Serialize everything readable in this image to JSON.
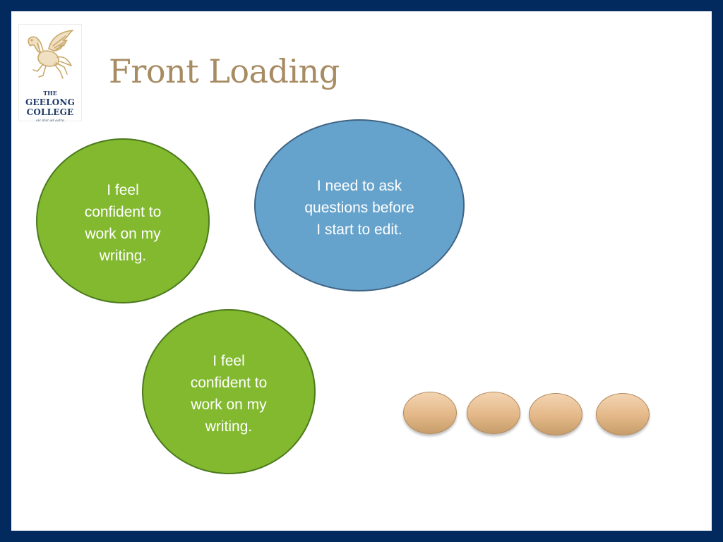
{
  "logo": {
    "the": "THE",
    "name_line1": "GEELONG",
    "name_line2": "COLLEGE",
    "motto": "sic itur ad astra",
    "icon": "pegasus-crest-icon"
  },
  "slide": {
    "title": "Front Loading"
  },
  "bubbles": [
    {
      "lines": [
        "I feel",
        "confident to",
        "work on my",
        "writing."
      ],
      "color": "#82b92f"
    },
    {
      "lines": [
        "I need to ask",
        "questions before",
        "I start to edit."
      ],
      "color": "#66a3cc"
    },
    {
      "lines": [
        "I feel",
        "confident to",
        "work on my",
        "writing."
      ],
      "color": "#82b92f"
    }
  ],
  "ovals": {
    "count": 4,
    "color": "#e4b888"
  },
  "colors": {
    "frame": "#022a5e",
    "title": "#a78b62",
    "green_bubble": "#82b92f",
    "blue_bubble": "#66a3cc"
  }
}
